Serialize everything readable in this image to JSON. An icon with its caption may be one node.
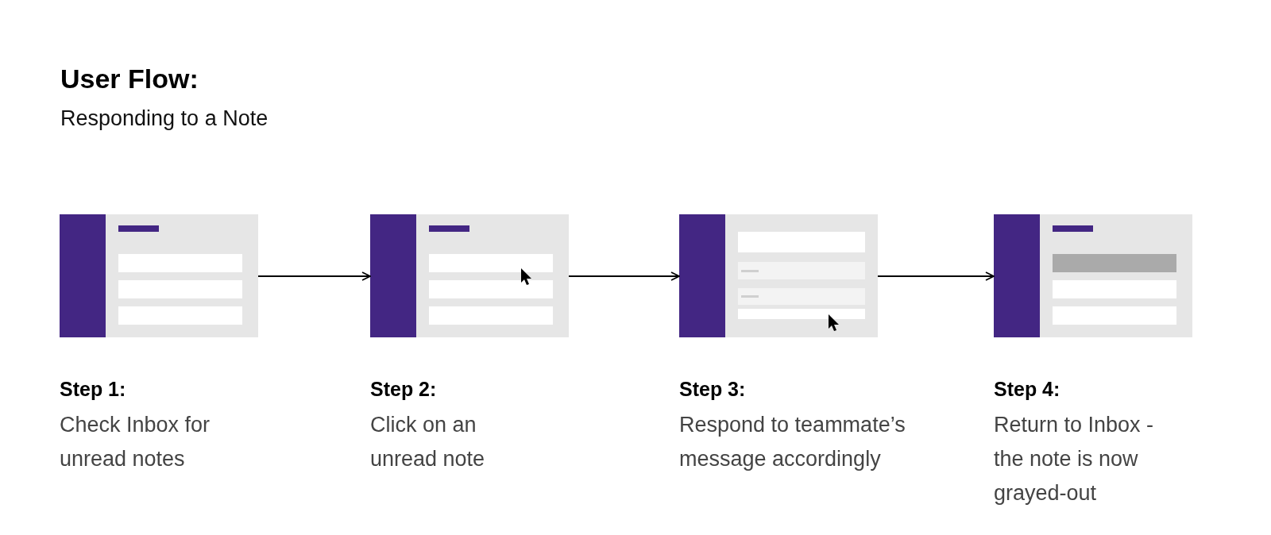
{
  "diagram": {
    "title": "User Flow:",
    "caption": "Responding to a Note",
    "nodes": [
      {
        "text": [],
        "shape": "box",
        "beside": [
          "Step 1:",
          "Check Inbox for unread notes"
        ]
      },
      {
        "text": [],
        "shape": "box",
        "beside": [
          "Step 2:",
          "Click on an unread note"
        ]
      },
      {
        "text": [],
        "shape": "box",
        "beside": [
          "Step 3:",
          "Respond to teammate’s message accordingly"
        ]
      },
      {
        "text": [],
        "shape": "box",
        "beside": [
          "Step 4:",
          "Return to Inbox - the note is now grayed-out"
        ]
      }
    ],
    "edges": [
      {
        "from": 0,
        "to": 1,
        "arrow": "to"
      },
      {
        "from": 1,
        "to": 2,
        "arrow": "to"
      },
      {
        "from": 2,
        "to": 3,
        "arrow": "to"
      }
    ]
  }
}
